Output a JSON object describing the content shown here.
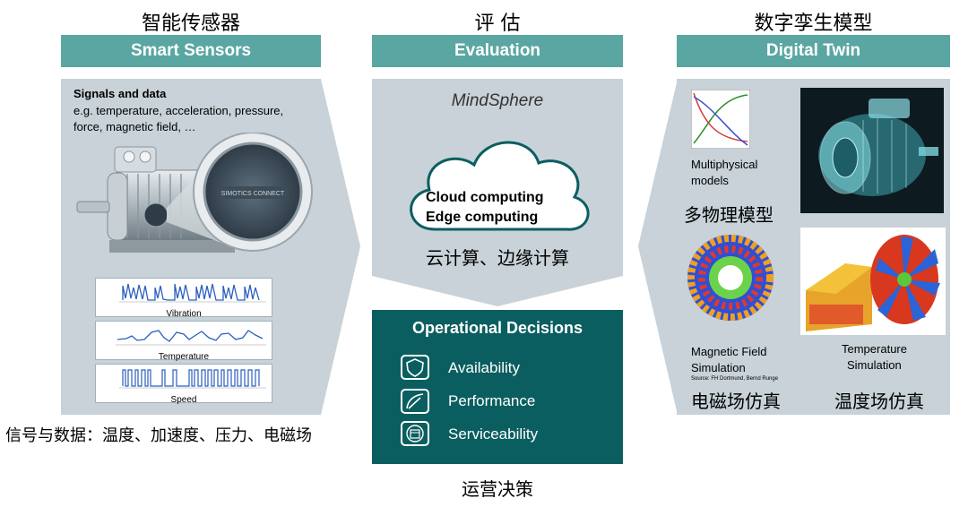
{
  "columns": {
    "sensors": {
      "cn_title": "智能传感器",
      "en_title": "Smart Sensors"
    },
    "evaluation": {
      "cn_title": "评 估",
      "en_title": "Evaluation"
    },
    "twin": {
      "cn_title": "数字孪生模型",
      "en_title": "Digital Twin"
    }
  },
  "sensors": {
    "heading": "Signals and data",
    "desc_line1": "e.g. temperature, acceleration, pressure,",
    "desc_line2": "force, magnetic field, …",
    "badge_text": "SIMOTICS CONNECT",
    "waves": [
      {
        "label": "Vibration"
      },
      {
        "label": "Temperature"
      },
      {
        "label": "Speed"
      }
    ],
    "cn_caption": "信号与数据：温度、加速度、压力、电磁场"
  },
  "evaluation": {
    "platform": "MindSphere",
    "cloud_line1": "Cloud computing",
    "cloud_line2": "Edge computing",
    "cn_caption": "云计算、边缘计算",
    "decisions_title": "Operational Decisions",
    "decisions": [
      {
        "label": "Availability",
        "icon": "shield-icon"
      },
      {
        "label": "Performance",
        "icon": "gauge-icon"
      },
      {
        "label": "Serviceability",
        "icon": "calendar-icon"
      }
    ],
    "decisions_cn": "运营决策"
  },
  "twin": {
    "multi_line1": "Multiphysical",
    "multi_line2": "models",
    "multi_cn": "多物理模型",
    "mag_line1": "Magnetic Field",
    "mag_line2": "Simulation",
    "mag_source": "Source: FH Dortmund, Bernd Runge",
    "mag_cn": "电磁场仿真",
    "temp_line1": "Temperature",
    "temp_line2": "Simulation",
    "temp_cn": "温度场仿真"
  },
  "colors": {
    "teal_header": "#5aa6a2",
    "dark_teal": "#0b5e60",
    "panel_gray": "#c8d2d8"
  }
}
